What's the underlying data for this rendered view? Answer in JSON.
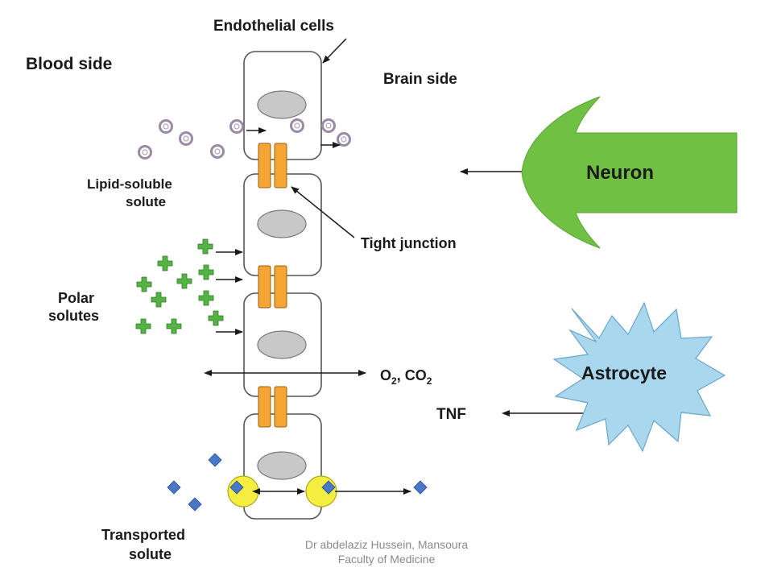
{
  "labels": {
    "endothelial_cells": "Endothelial cells",
    "blood_side": "Blood side",
    "brain_side": "Brain side",
    "lipid_soluble_1": "Lipid-soluble",
    "lipid_soluble_2": "solute",
    "tight_junction": "Tight junction",
    "polar_1": "Polar",
    "polar_2": "solutes",
    "o2": "O",
    "o2_sub": "2",
    "co2": ", CO",
    "co2_sub": "2",
    "tnf": "TNF",
    "transported_1": "Transported",
    "transported_2": "solute",
    "neuron": "Neuron",
    "astrocyte": "Astrocyte"
  },
  "footer": {
    "line1": "Dr abdelaziz Hussein, Mansoura",
    "line2": "Faculty of Medicine"
  },
  "colors": {
    "cell_outline": "#555555",
    "nucleus": "#c8c8c8",
    "tight_junction": "#f4a533",
    "lipid_solute": "#9a8aa8",
    "polar_solute": "#55b244",
    "transported_solute": "#4a78c8",
    "transporter": "#f5ee40",
    "neuron": "#6fc043",
    "astrocyte": "#a9d8ee"
  }
}
